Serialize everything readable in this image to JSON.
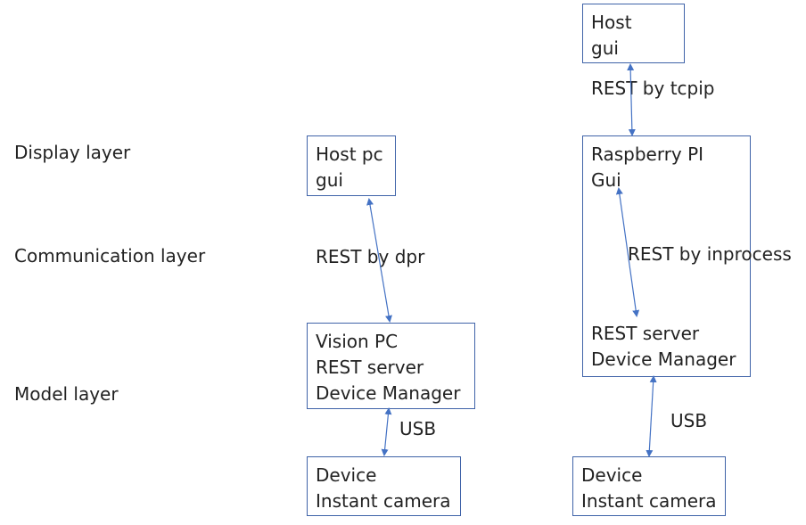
{
  "layers": {
    "display": "Display layer",
    "communication": "Communication layer",
    "model": "Model layer"
  },
  "left": {
    "host_box": {
      "line1": "Host pc",
      "line2": "gui"
    },
    "rest_label": "REST by dpr",
    "vision_box": {
      "line1": "Vision PC",
      "line2": "REST server",
      "line3": "Device Manager"
    },
    "usb_label": "USB",
    "device_box": {
      "line1": "Device",
      "line2": "Instant camera"
    }
  },
  "right": {
    "host_box": {
      "line1": "Host",
      "line2": "gui"
    },
    "rest_tcpip_label": "REST by tcpip",
    "raspberry_box": {
      "line1": "Raspberry PI",
      "line2": "Gui",
      "line3": "REST server",
      "line4": "Device Manager"
    },
    "rest_inprocess_label": "REST by inprocess",
    "usb_label": "USB",
    "device_box": {
      "line1": "Device",
      "line2": "Instant camera"
    }
  },
  "colors": {
    "box_border": "#3f63a8",
    "arrow": "#4472c4",
    "text": "#222222"
  }
}
